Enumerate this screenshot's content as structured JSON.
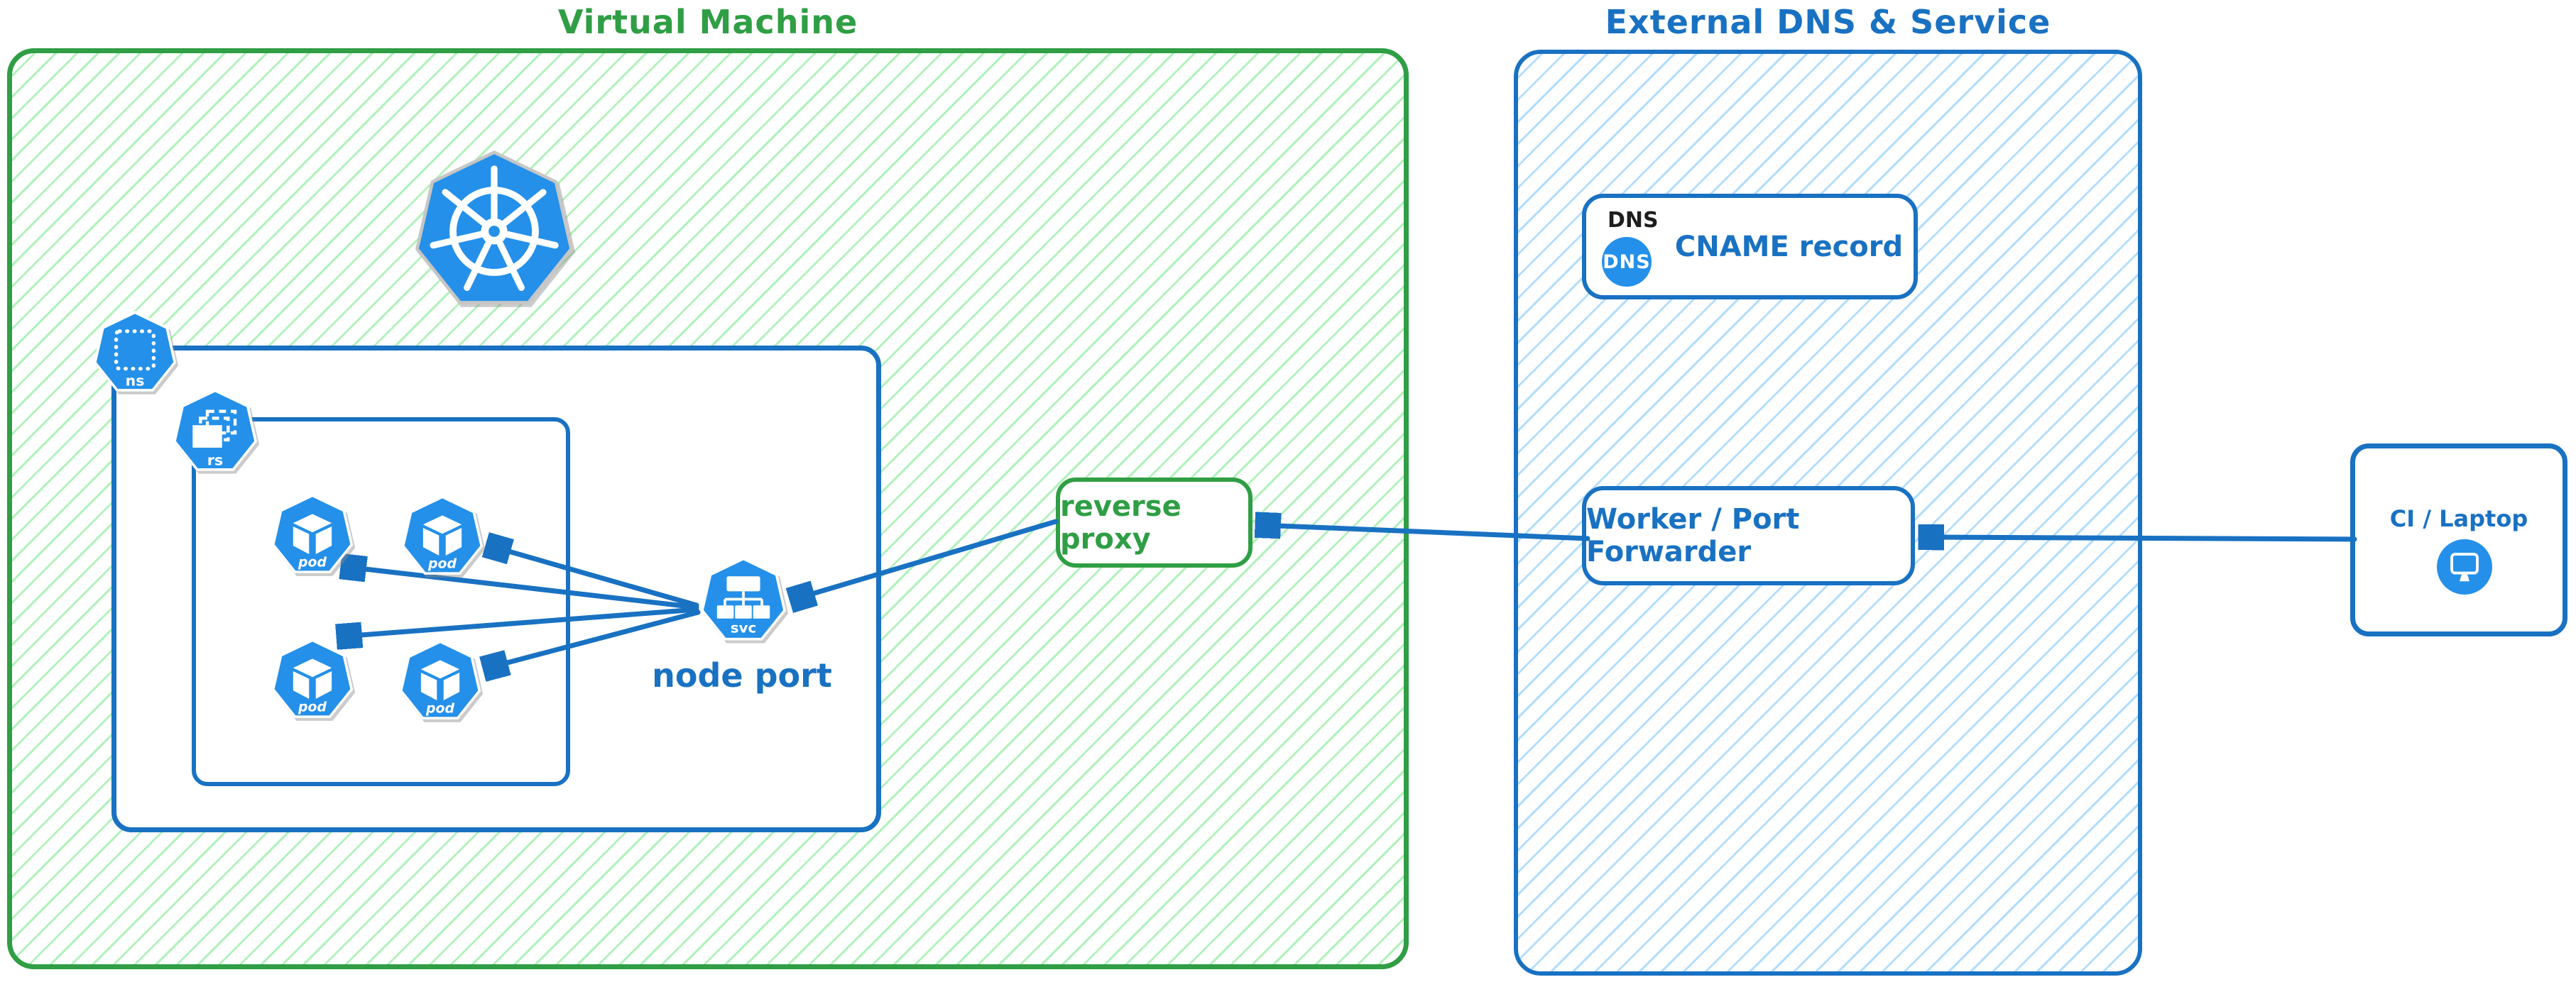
{
  "vm": {
    "title": "Virtual Machine",
    "kubernetes_icon": "kubernetes-logo",
    "namespace_label": "ns",
    "replicaset_label": "rs",
    "pods": [
      {
        "label": "pod"
      },
      {
        "label": "pod"
      },
      {
        "label": "pod"
      },
      {
        "label": "pod"
      }
    ],
    "service_label": "svc",
    "node_port_label": "node port",
    "reverse_proxy_label": "reverse proxy"
  },
  "external": {
    "title": "External DNS & Service",
    "dns_tag": "DNS",
    "dns_badge": "DNS",
    "cname_label": "CNAME record",
    "worker_label": "Worker / Port Forwarder"
  },
  "client": {
    "label": "CI / Laptop"
  },
  "colors": {
    "green_stroke": "#2f9e44",
    "green_hatch": "#b2f2bb",
    "blue_stroke": "#1971c2",
    "blue_hatch": "#a5d8ff",
    "icon_blue": "#2490e9",
    "dns_tag_text": "#1e1e1e"
  }
}
